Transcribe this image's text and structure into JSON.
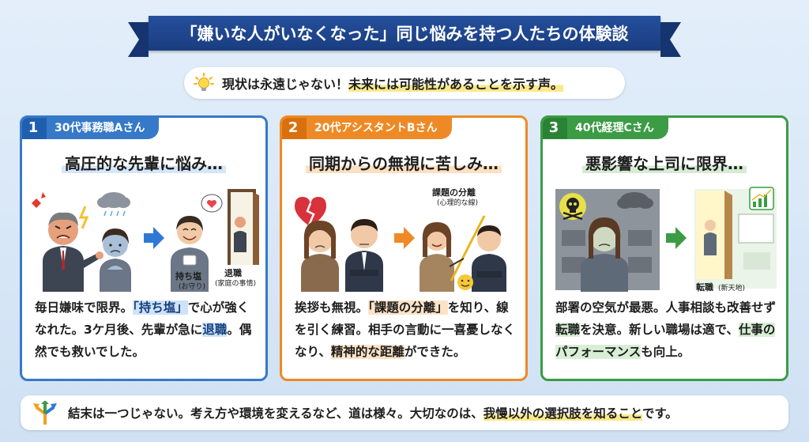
{
  "title": "「嫌いな人がいなくなった」同じ悩みを持つ人たちの体験談",
  "subtitle": {
    "icon": "lightbulb-icon",
    "text_plain": "現状は永遠じゃない！",
    "text_highlight": "未来には可能性があることを示す声。"
  },
  "cards": [
    {
      "number": "1",
      "person": "30代事務職Aさん",
      "heading": "高圧的な先輩に悩み…",
      "illustration": {
        "label_1": "持ち塩",
        "label_1_sub": "(お守り)",
        "label_2": "退職",
        "label_2_sub": "(家庭の事情)"
      },
      "body": [
        {
          "t": "毎日嫌味で限界。",
          "hl": ""
        },
        {
          "t": "「持ち塩」",
          "hl": "blue"
        },
        {
          "t": "で心が強くなれた。3ケ月後、先輩が急に",
          "hl": ""
        },
        {
          "t": "退職",
          "hl": "blue"
        },
        {
          "t": "。偶然でも救いでした。",
          "hl": ""
        }
      ],
      "accent": "#3679c9"
    },
    {
      "number": "2",
      "person": "20代アシスタントBさん",
      "heading": "同期からの無視に苦しみ…",
      "illustration": {
        "label_1": "課題の分離",
        "label_1_sub": "(心理的な線)"
      },
      "body": [
        {
          "t": "挨拶も無視。",
          "hl": ""
        },
        {
          "t": "「課題の分離」",
          "hl": "orange"
        },
        {
          "t": "を知り、線を引く練習。相手の言動に一喜憂しなくなり、",
          "hl": ""
        },
        {
          "t": "精神的な距離",
          "hl": "orange"
        },
        {
          "t": "ができた。",
          "hl": ""
        }
      ],
      "accent": "#ee8a25"
    },
    {
      "number": "3",
      "person": "40代経理Cさん",
      "heading": "悪影響な上司に限界…",
      "illustration": {
        "label_1": "転職",
        "label_1_sub": "(新天地)"
      },
      "body": [
        {
          "t": "部署の空気が最悪。人事相談も改善せず",
          "hl": ""
        },
        {
          "t": "転職",
          "hl": "green"
        },
        {
          "t": "を決意。新しい職場は適で、",
          "hl": ""
        },
        {
          "t": "仕事のパフォーマンス",
          "hl": "green"
        },
        {
          "t": "も向上。",
          "hl": ""
        }
      ],
      "accent": "#3b9c45"
    }
  ],
  "footer": {
    "icon": "crossroads-arrows-icon",
    "text_plain": "結末は一つじゃない。考え方や環境を変えるなど、道は様々。大切なのは、",
    "text_highlight": "我慢以外の選択肢を知ること",
    "text_end": "です。"
  }
}
